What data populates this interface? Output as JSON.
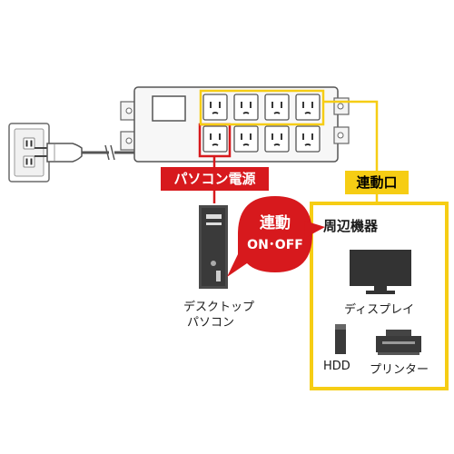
{
  "labels": {
    "pc_power": "パソコン電源",
    "linked_outlets": "連動口",
    "linked_on": "連動",
    "linked_onoff": "ON･OFF",
    "peripherals_heading": "周辺機器",
    "desktop_line1": "デスクトップ",
    "desktop_line2": "パソコン",
    "display": "ディスプレイ",
    "hdd": "HDD",
    "printer": "プリンター"
  },
  "colors": {
    "red": "#d7191d",
    "yellow": "#f6cd14",
    "outline": "#555555",
    "dark": "#3a3a3a"
  },
  "icons": {
    "wall_outlet": "wall-outlet-icon",
    "plug": "plug-icon",
    "power_strip": "power-strip-icon",
    "desktop": "desktop-pc-icon",
    "monitor": "monitor-icon",
    "hdd": "hdd-icon",
    "printer": "printer-icon"
  }
}
